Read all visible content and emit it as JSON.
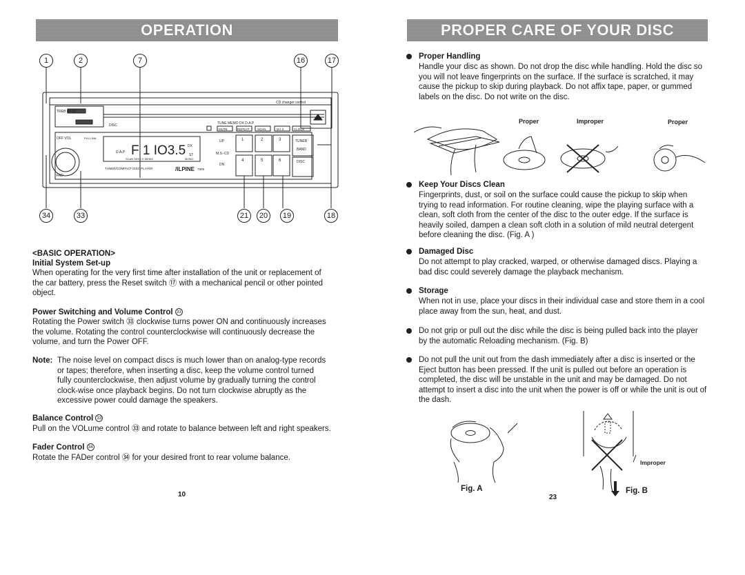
{
  "left": {
    "banner": "OPERATION",
    "callouts_top": [
      "1",
      "2",
      "7",
      "16",
      "17"
    ],
    "callouts_bottom": [
      "34",
      "33",
      "21",
      "20",
      "19",
      "18"
    ],
    "device": {
      "cd_changer_control": "CD changer control",
      "display_text": "F 1 IO3.5",
      "dx": "DX",
      "st": "ST",
      "dap": "D.A.P",
      "scan_seek_memo": "SCAN  SEEK  K MEMO",
      "mono": "MONO",
      "tuner_compact": "TUNER/COMPACT DISC PLAYER",
      "brand": "/ILPINE",
      "model": "7909",
      "tune_memo": "TUNE  MEMO  DX  D.A.P",
      "btn_row": [
        "MUTE",
        "REPEAT",
        "SCAN",
        "M I X",
        "CLOCK"
      ],
      "preset_buttons": [
        "1",
        "2",
        "3",
        "4",
        "5",
        "6"
      ],
      "up": "UP",
      "dn": "DN",
      "ms_cd": "M.S.-CD",
      "tuner": "TUNER",
      "band": "BAND",
      "disc": "DISC",
      "off_vol": "OFF VOL",
      "pull_bal": "PULL BAL",
      "fad": "FAD",
      "treble_bass": "TREB BASS",
      "disc_label": "DISC"
    },
    "basic_operation": "<BASIC OPERATION>",
    "initial_setup_title": "Initial System Set-up",
    "initial_setup_body": "When operating for the very first time after installation of the unit or replacement of the car battery, press the Reset switch ⑰ with a mechanical pencil or other pointed object.",
    "power_title": "Power Switching and Volume Control",
    "power_ref": "33",
    "power_body": "Rotating the Power switch ㉝ clockwise turns power ON and continuously increases the volume. Rotating the control counterclockwise will continuously decrease the volume, and turn the Power OFF.",
    "note_label": "Note:",
    "note_body": "The noise level on compact discs is much lower than on analog-type records or tapes; therefore, when inserting a disc, keep the volume control turned fully counterclockwise, then adjust volume by gradually turning the control clock-wise once playback begins. Do not turn clockwise abruptly as the excessive power could damage the speakers.",
    "balance_title": "Balance Control",
    "balance_ref": "33",
    "balance_body": "Pull on the VOLume control ㉝ and rotate to balance between left and right speakers.",
    "fader_title": "Fader Control",
    "fader_ref": "34",
    "fader_body": "Rotate the FADer control ㉞ for your desired front to rear volume balance.",
    "page_number": "10"
  },
  "right": {
    "banner": "PROPER CARE OF YOUR DISC",
    "handling_title": "Proper Handling",
    "handling_body": "Handle your disc as shown. Do not drop the disc while handling. Hold the disc so you will not leave fingerprints on the surface. If the surface is scratched, it may cause the pickup to skip during playback. Do not affix tape, paper, or gummed labels on the disc. Do not write on the disc.",
    "label_proper_1": "Proper",
    "label_improper": "Improper",
    "label_proper_2": "Proper",
    "clean_title": "Keep Your Discs Clean",
    "clean_body": "Fingerprints, dust, or soil on the surface could cause the pickup to skip when trying to read information. For routine cleaning, wipe the playing surface with a clean, soft cloth from the center of the disc to the outer edge. If the surface is heavily soiled, dampen a clean soft cloth in a solution of mild neutral detergent before cleaning the disc. (Fig. A )",
    "damaged_title": "Damaged Disc",
    "damaged_body": "Do not attempt to play cracked, warped, or otherwise damaged discs. Playing a bad disc could severely damage the playback mechanism.",
    "storage_title": "Storage",
    "storage_body": "When not in use, place your discs in their individual case and store them in a cool place away from the sun, heat, and dust.",
    "grip_body": "Do not grip or pull out the disc while the disc is being pulled back into the player by the automatic Reloading mechanism. (Fig. B)",
    "pull_body": "Do not pull the unit out from the dash immediately after a disc is inserted or the Eject button has been pressed. If the unit is pulled out before an operation is completed, the disc will be unstable in the unit and may be damaged. Do not attempt to insert a disc into the unit when the power is off or while the unit is out of the dash.",
    "fig_a": "Fig. A",
    "fig_b": "Fig. B",
    "fig_b_improper": "Improper",
    "page_number": "23"
  }
}
